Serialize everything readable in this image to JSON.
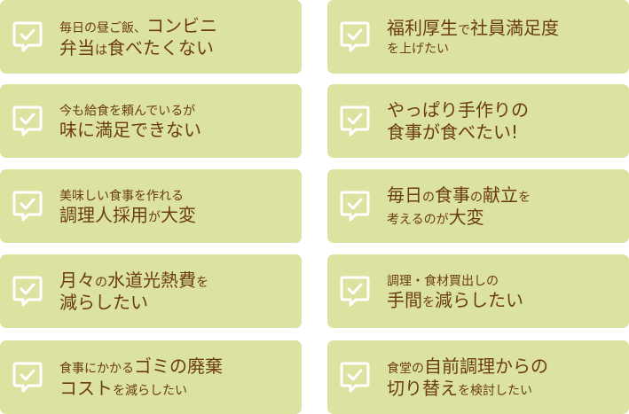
{
  "colors": {
    "card_bg": "#dce29f",
    "text": "#6b3d0e",
    "icon": "#ffffff"
  },
  "icon": "speech-bubble-check-icon",
  "cards": [
    {
      "lines": [
        [
          {
            "t": "毎日の昼ご飯、",
            "s": "s"
          },
          {
            "t": "コンビニ",
            "s": "l"
          }
        ],
        [
          {
            "t": "弁当",
            "s": "l"
          },
          {
            "t": "は",
            "s": "s"
          },
          {
            "t": "食べたくない",
            "s": "l"
          }
        ]
      ]
    },
    {
      "lines": [
        [
          {
            "t": "福利厚生",
            "s": "l"
          },
          {
            "t": "で",
            "s": "s"
          },
          {
            "t": "社員満足度",
            "s": "l"
          }
        ],
        [
          {
            "t": "を上げたい",
            "s": "s"
          }
        ]
      ]
    },
    {
      "lines": [
        [
          {
            "t": "今も給食を頼んでいるが",
            "s": "s"
          }
        ],
        [
          {
            "t": "味に満足できない",
            "s": "l"
          }
        ]
      ]
    },
    {
      "lines": [
        [
          {
            "t": "やっぱり手作りの",
            "s": "l"
          }
        ],
        [
          {
            "t": "食事が食べたい!",
            "s": "l"
          }
        ]
      ]
    },
    {
      "lines": [
        [
          {
            "t": "美味しい食事を作れる",
            "s": "s"
          }
        ],
        [
          {
            "t": "調理人採用",
            "s": "l"
          },
          {
            "t": "が",
            "s": "s"
          },
          {
            "t": "大変",
            "s": "l"
          }
        ]
      ]
    },
    {
      "lines": [
        [
          {
            "t": "毎日",
            "s": "l"
          },
          {
            "t": "の",
            "s": "s"
          },
          {
            "t": "食事",
            "s": "l"
          },
          {
            "t": "の",
            "s": "s"
          },
          {
            "t": "献立",
            "s": "l"
          },
          {
            "t": "を",
            "s": "s"
          }
        ],
        [
          {
            "t": "考えるのが",
            "s": "s"
          },
          {
            "t": "大変",
            "s": "l"
          }
        ]
      ]
    },
    {
      "lines": [
        [
          {
            "t": "月々",
            "s": "l"
          },
          {
            "t": "の",
            "s": "s"
          },
          {
            "t": "水道光熱費",
            "s": "l"
          },
          {
            "t": "を",
            "s": "s"
          }
        ],
        [
          {
            "t": "減らしたい",
            "s": "l"
          }
        ]
      ]
    },
    {
      "lines": [
        [
          {
            "t": "調理・食材買出しの",
            "s": "s"
          }
        ],
        [
          {
            "t": "手間",
            "s": "l"
          },
          {
            "t": "を",
            "s": "s"
          },
          {
            "t": "減らしたい",
            "s": "l"
          }
        ]
      ]
    },
    {
      "lines": [
        [
          {
            "t": "食事にかかる",
            "s": "s"
          },
          {
            "t": "ゴミの廃棄",
            "s": "l"
          }
        ],
        [
          {
            "t": "コスト",
            "s": "l"
          },
          {
            "t": "を減らしたい",
            "s": "s"
          }
        ]
      ]
    },
    {
      "lines": [
        [
          {
            "t": "食堂の",
            "s": "s"
          },
          {
            "t": "自前調理からの",
            "s": "l"
          }
        ],
        [
          {
            "t": "切り替え",
            "s": "l"
          },
          {
            "t": "を検討したい",
            "s": "s"
          }
        ]
      ]
    }
  ]
}
